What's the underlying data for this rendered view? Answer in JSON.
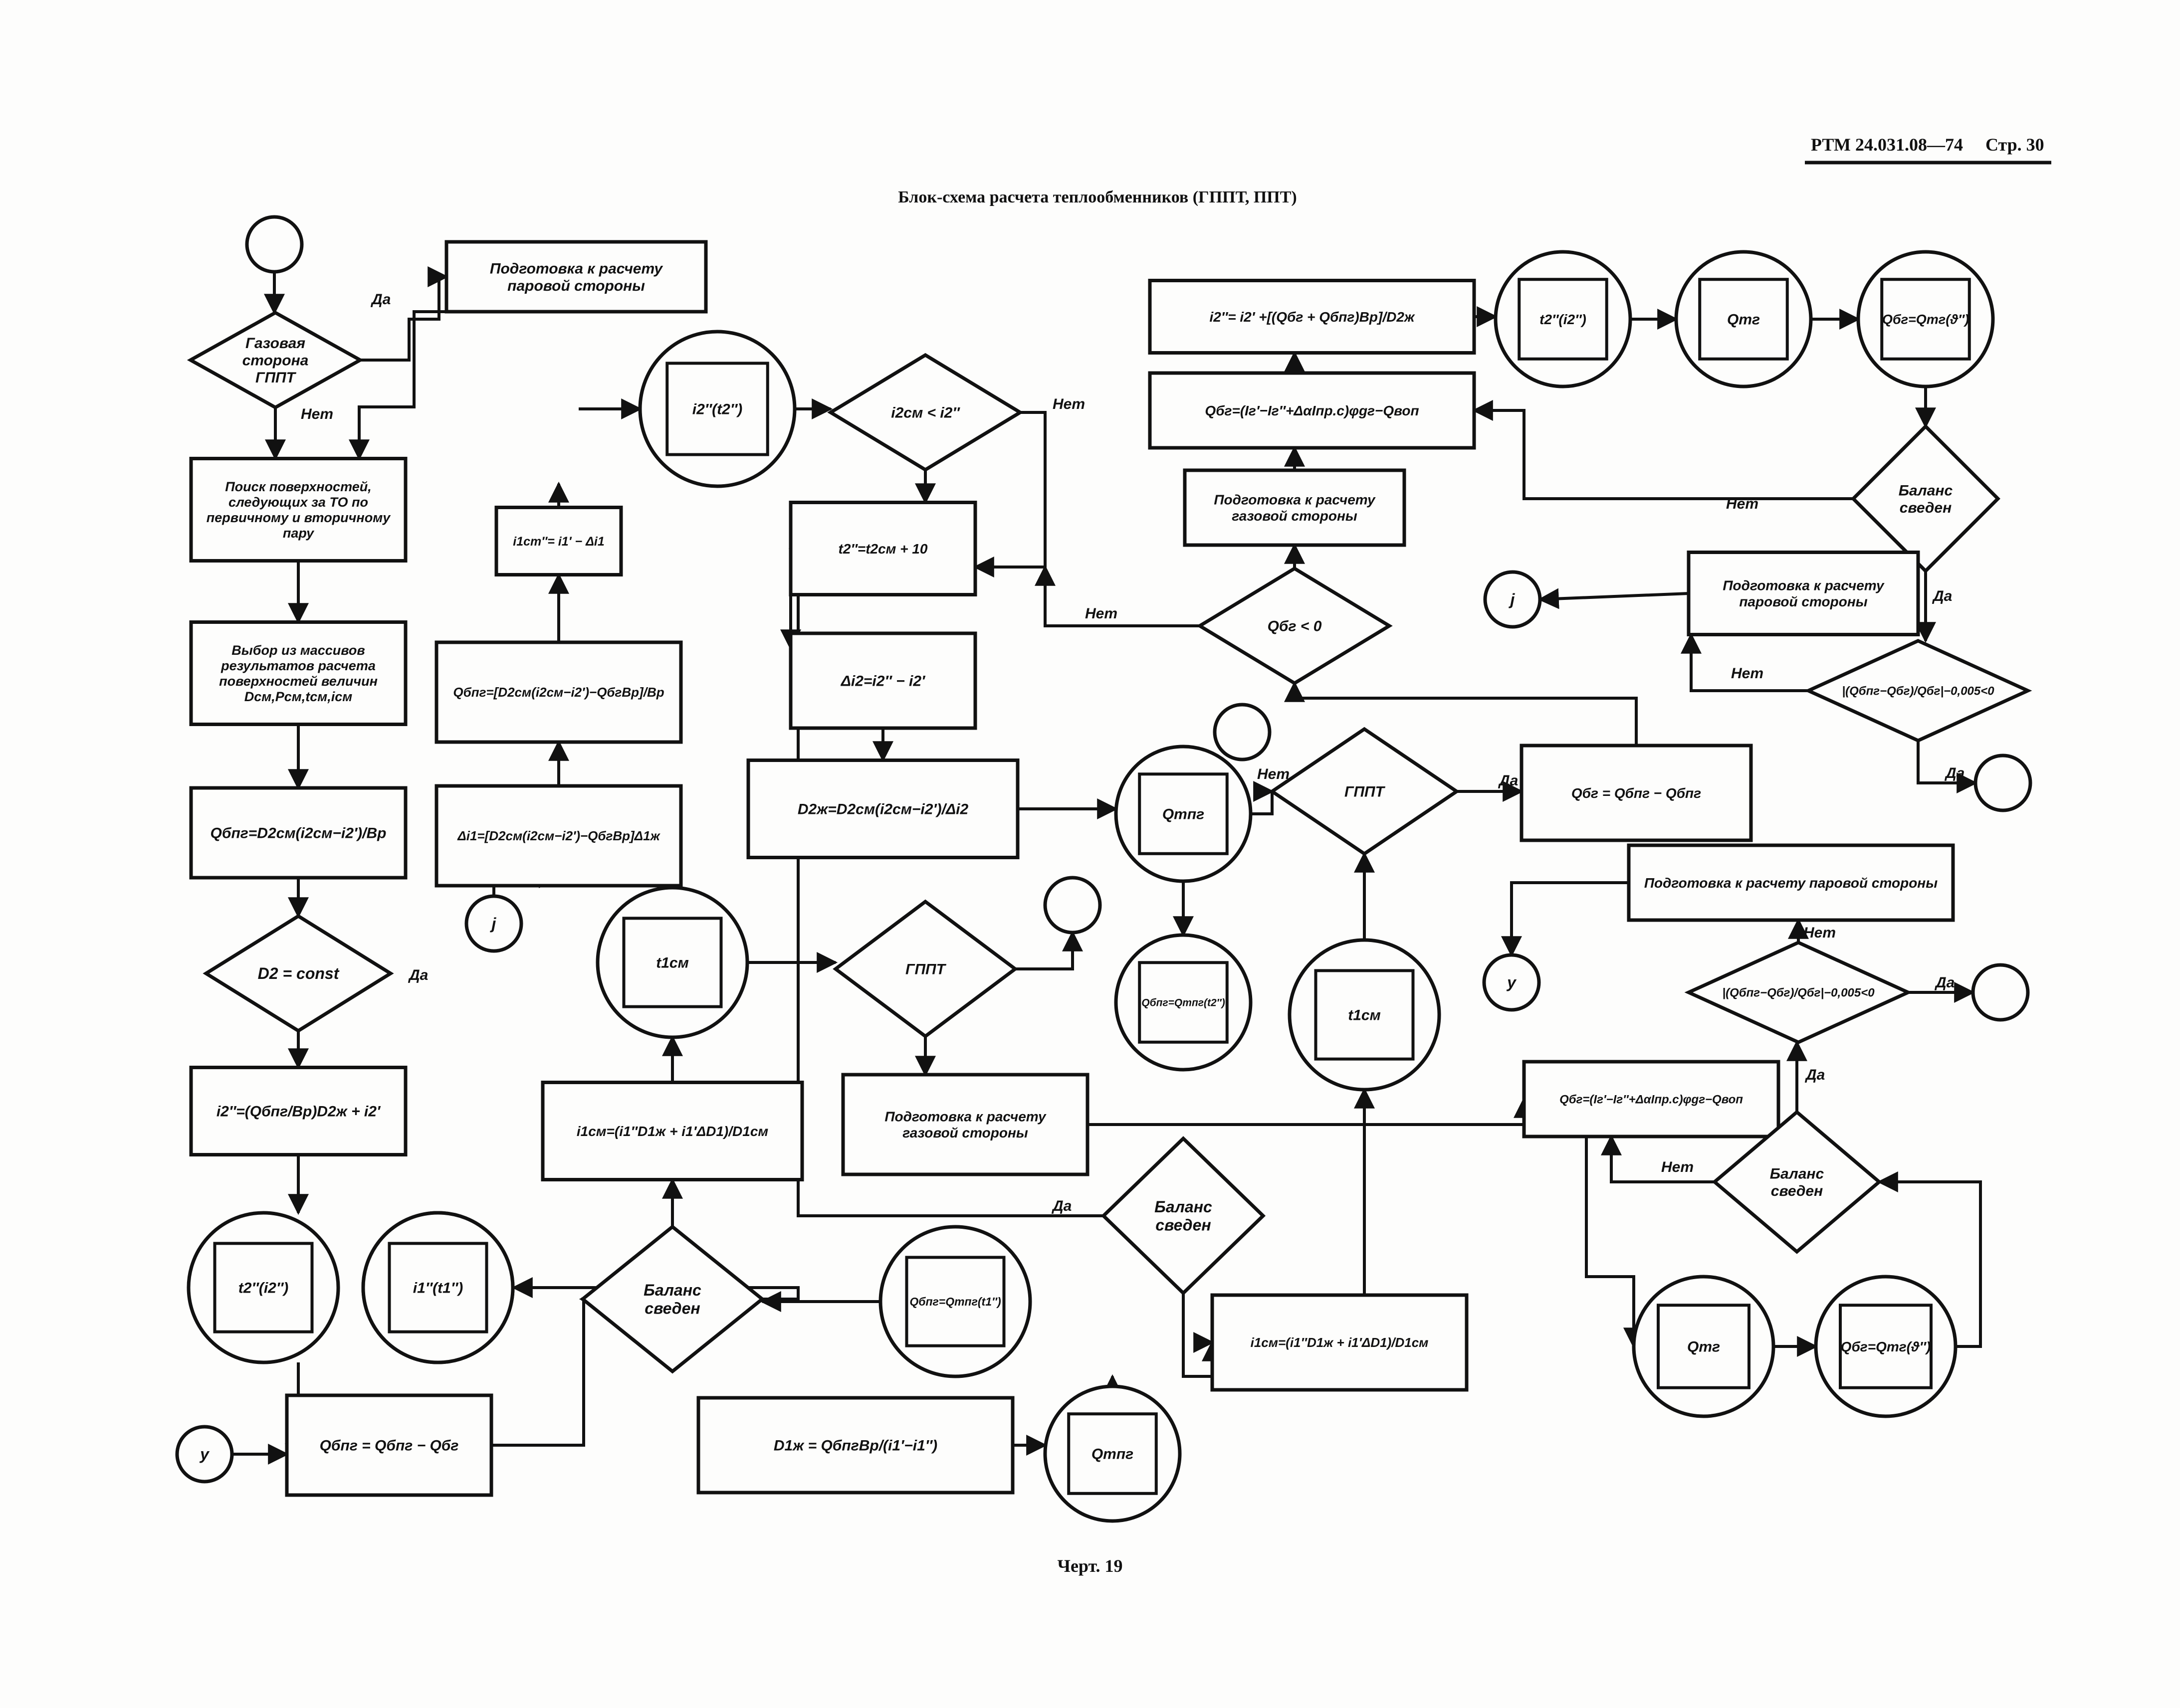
{
  "header": {
    "doc_code": "РТМ 24.031.08—74",
    "page_label": "Стр. 30",
    "title": "Блок-схема расчета теплообменников (ГППТ, ППТ)",
    "caption": "Черт. 19"
  },
  "diagram": {
    "nodes": [
      {
        "id": "start",
        "shape": "connector",
        "label": ""
      },
      {
        "id": "dec_gas_side",
        "shape": "decision",
        "label": "Газовая сторона ГППТ"
      },
      {
        "id": "prep_steam_1",
        "shape": "process",
        "label": "Подготовка к расчету паровой стороны"
      },
      {
        "id": "search_surfaces",
        "shape": "process",
        "label": "Поиск поверхностей, следующих за ТО по первичному и вторичному пару"
      },
      {
        "id": "select_arrays",
        "shape": "process",
        "label": "Выбор из массивов результатов расчета поверхностей величин Dсм,Pсм,tсм,iсм"
      },
      {
        "id": "q_calc_1",
        "shape": "process",
        "label": "Qбпг=D2см(i2см−i2′)/Вр"
      },
      {
        "id": "dec_d2",
        "shape": "decision",
        "label": "D2 = const"
      },
      {
        "id": "i2_calc",
        "shape": "process",
        "label": "i2″=(Qбпг/Вр)D2ж + i2′"
      },
      {
        "id": "sub_t2i2_a",
        "shape": "subroutine",
        "label": "t2″(i2″)"
      },
      {
        "id": "q_diff",
        "shape": "process",
        "label": "Qбпг = Qбпг − Qбг"
      },
      {
        "id": "conn_y_left",
        "shape": "connector",
        "label": "у"
      },
      {
        "id": "sub_t1i1",
        "shape": "subroutine",
        "label": "t1″(i1″)"
      },
      {
        "id": "i1_calc",
        "shape": "process",
        "label": "i1ст″= i1′ − Δi1"
      },
      {
        "id": "q_calc_2",
        "shape": "process",
        "label": "Qбпг=[D2см(i2см−i2′)−QбгВр]/Вр"
      },
      {
        "id": "di1_calc",
        "shape": "process",
        "label": "Δi1=[D2см(i2см−i2′)−QбгВр]Δ1ж"
      },
      {
        "id": "conn_j_left",
        "shape": "connector",
        "label": "j"
      },
      {
        "id": "sub_t1cm",
        "shape": "subroutine",
        "label": "t1см"
      },
      {
        "id": "i1cm_calc",
        "shape": "process",
        "label": "i1см=(i1″D1ж + i1′ΔD1)/D1см"
      },
      {
        "id": "dec_balance_1",
        "shape": "decision",
        "label": "Баланс сведен"
      },
      {
        "id": "sub_i1t1",
        "shape": "subroutine",
        "label": "i1″(t1″)"
      },
      {
        "id": "sub_qt1",
        "shape": "subroutine",
        "label": "Qбпг=Qтпг(t1″)"
      },
      {
        "id": "d1_calc",
        "shape": "process",
        "label": "D1ж = QбпгВр/(i1′−i1″)"
      },
      {
        "id": "sub_qt_bottom",
        "shape": "subroutine",
        "label": "Qтпг"
      },
      {
        "id": "sub_i2t2",
        "shape": "subroutine",
        "label": "i2″(t2″)"
      },
      {
        "id": "dec_i2",
        "shape": "decision",
        "label": "i2см < i2″"
      },
      {
        "id": "t2_calc",
        "shape": "process",
        "label": "t2″=t2см + 10"
      },
      {
        "id": "di2_calc",
        "shape": "process",
        "label": "Δi2=i2″ − i2′"
      },
      {
        "id": "d2_calc",
        "shape": "process",
        "label": "D2ж=D2см(i2см−i2′)/Δi2"
      },
      {
        "id": "dec_gppt_1",
        "shape": "decision",
        "label": "ГППТ"
      },
      {
        "id": "conn_gppt_1",
        "shape": "connector",
        "label": ""
      },
      {
        "id": "prep_gas_1",
        "shape": "process",
        "label": "Подготовка к расчету газовой стороны"
      },
      {
        "id": "dec_balance_2",
        "shape": "decision",
        "label": "Баланс сведен"
      },
      {
        "id": "i1cm_calc_2",
        "shape": "process",
        "label": "i1см=(i1″D1ж + i1′ΔD1)/D1см"
      },
      {
        "id": "sub_qt_mid",
        "shape": "subroutine",
        "label": "Qтпг"
      },
      {
        "id": "conn_mid",
        "shape": "connector",
        "label": ""
      },
      {
        "id": "sub_q_t2",
        "shape": "subroutine",
        "label": "Qбпг=Qтпг(t2″)"
      },
      {
        "id": "sub_t1cm_2",
        "shape": "subroutine",
        "label": "t1см"
      },
      {
        "id": "dec_gppt_2",
        "shape": "decision",
        "label": "ГППТ"
      },
      {
        "id": "q_diff_2",
        "shape": "process",
        "label": "Qбг = Qбпг − Qбпг"
      },
      {
        "id": "i2_calc_top",
        "shape": "process",
        "label": "i2″= i2′ +[(Qбг + Qбпг)Вр]/D2ж"
      },
      {
        "id": "qb_calc_top",
        "shape": "process",
        "label": "Qбг=(Iг′−Iг″+ΔαIпр.с)φgг−Qвоп"
      },
      {
        "id": "prep_gas_2",
        "shape": "process",
        "label": "Подготовка к расчету газовой стороны"
      },
      {
        "id": "dec_qb0",
        "shape": "decision",
        "label": "Qбг < 0"
      },
      {
        "id": "sub_t2i2_top",
        "shape": "subroutine",
        "label": "t2″(i2″)"
      },
      {
        "id": "sub_qtg_top",
        "shape": "subroutine",
        "label": "Qтг"
      },
      {
        "id": "sub_qb_theta_top",
        "shape": "subroutine",
        "label": "Qбг=Qтг(ϑ″)"
      },
      {
        "id": "dec_balance_top",
        "shape": "decision",
        "label": "Баланс сведен"
      },
      {
        "id": "prep_steam_2",
        "shape": "process",
        "label": "Подготовка к расчету паровой стороны"
      },
      {
        "id": "conn_j_right",
        "shape": "connector",
        "label": "j"
      },
      {
        "id": "dec_tol_1",
        "shape": "decision",
        "label": "|(Qбпг−Qбг)/Qбг|−0,005<0"
      },
      {
        "id": "conn_tol_1",
        "shape": "connector",
        "label": ""
      },
      {
        "id": "prep_steam_3",
        "shape": "process",
        "label": "Подготовка к расчету паровой стороны"
      },
      {
        "id": "conn_y_right",
        "shape": "connector",
        "label": "у"
      },
      {
        "id": "dec_tol_2",
        "shape": "decision",
        "label": "|(Qбпг−Qбг)/Qбг|−0,005<0"
      },
      {
        "id": "conn_tol_2",
        "shape": "connector",
        "label": ""
      },
      {
        "id": "qb_calc_bottom",
        "shape": "process",
        "label": "Qбг=(Iг′−Iг″+ΔαIпр.с)φgг−Qвоп"
      },
      {
        "id": "dec_balance_bottom",
        "shape": "decision",
        "label": "Баланс сведен"
      },
      {
        "id": "sub_qtg_bottom",
        "shape": "subroutine",
        "label": "Qтг"
      },
      {
        "id": "sub_qb_theta_bottom",
        "shape": "subroutine",
        "label": "Qбг=Qтг(ϑ″)"
      }
    ],
    "edges": [
      {
        "from": "start",
        "to": "dec_gas_side",
        "label": ""
      },
      {
        "from": "dec_gas_side",
        "to": "prep_steam_1",
        "label": "Да"
      },
      {
        "from": "dec_gas_side",
        "to": "search_surfaces",
        "label": "Нет"
      },
      {
        "from": "prep_steam_1",
        "to": "search_surfaces",
        "label": ""
      },
      {
        "from": "search_surfaces",
        "to": "select_arrays",
        "label": ""
      },
      {
        "from": "select_arrays",
        "to": "q_calc_1",
        "label": ""
      },
      {
        "from": "q_calc_1",
        "to": "dec_d2",
        "label": ""
      },
      {
        "from": "dec_d2",
        "to": "i2_calc",
        "label": "Да"
      },
      {
        "from": "dec_d2",
        "to": "di1_calc",
        "label": "Нет"
      },
      {
        "from": "i2_calc",
        "to": "sub_t2i2_a",
        "label": ""
      },
      {
        "from": "sub_t2i2_a",
        "to": "q_diff",
        "label": ""
      },
      {
        "from": "conn_y_left",
        "to": "q_diff",
        "label": ""
      },
      {
        "from": "q_diff",
        "to": "sub_i1t1",
        "label": ""
      },
      {
        "from": "conn_j_left",
        "to": "di1_calc",
        "label": ""
      },
      {
        "from": "di1_calc",
        "to": "q_calc_2",
        "label": ""
      },
      {
        "from": "q_calc_2",
        "to": "i1_calc",
        "label": ""
      },
      {
        "from": "i1_calc",
        "to": "sub_t1i1",
        "label": ""
      },
      {
        "from": "sub_t1i1",
        "to": "sub_i2t2",
        "label": ""
      },
      {
        "from": "sub_i2t2",
        "to": "dec_i2",
        "label": ""
      },
      {
        "from": "dec_i2",
        "to": "t2_calc",
        "label": "Нет"
      },
      {
        "from": "dec_i2",
        "to": "di2_calc",
        "label": "Да"
      },
      {
        "from": "t2_calc",
        "to": "sub_i2t2",
        "label": ""
      },
      {
        "from": "di2_calc",
        "to": "d2_calc",
        "label": ""
      },
      {
        "from": "d2_calc",
        "to": "sub_qt_mid",
        "label": ""
      },
      {
        "from": "dec_balance_1",
        "to": "i1cm_calc",
        "label": "Да"
      },
      {
        "from": "dec_balance_1",
        "to": "sub_i1t1",
        "label": "Нет"
      },
      {
        "from": "i1cm_calc",
        "to": "sub_t1cm",
        "label": ""
      },
      {
        "from": "sub_t1cm",
        "to": "dec_gppt_1",
        "label": ""
      },
      {
        "from": "dec_gppt_1",
        "to": "conn_gppt_1",
        "label": "Нет"
      },
      {
        "from": "dec_gppt_1",
        "to": "prep_gas_1",
        "label": "Да"
      },
      {
        "from": "prep_gas_1",
        "to": "qb_calc_bottom",
        "label": ""
      },
      {
        "from": "sub_qt1",
        "to": "dec_balance_1",
        "label": ""
      },
      {
        "from": "d1_calc",
        "to": "sub_qt_bottom",
        "label": ""
      },
      {
        "from": "sub_qt_bottom",
        "to": "sub_qt1",
        "label": ""
      },
      {
        "from": "dec_balance_2",
        "to": "i1cm_calc_2",
        "label": "Да"
      },
      {
        "from": "dec_balance_2",
        "to": "sub_i2t2",
        "label": "Нет"
      },
      {
        "from": "i1cm_calc_2",
        "to": "sub_t1cm_2",
        "label": ""
      },
      {
        "from": "sub_t1cm_2",
        "to": "dec_gppt_2",
        "label": ""
      },
      {
        "from": "sub_qt_mid",
        "to": "sub_q_t2",
        "label": ""
      },
      {
        "from": "sub_qt_mid",
        "to": "dec_gppt_2",
        "label": "Нет"
      },
      {
        "from": "dec_gppt_2",
        "to": "q_diff_2",
        "label": "Да"
      },
      {
        "from": "q_diff_2",
        "to": "dec_qb0",
        "label": ""
      },
      {
        "from": "dec_qb0",
        "to": "prep_gas_2",
        "label": "Нет"
      },
      {
        "from": "dec_qb0",
        "to": "t2_calc",
        "label": "Да"
      },
      {
        "from": "prep_gas_2",
        "to": "qb_calc_top",
        "label": ""
      },
      {
        "from": "qb_calc_top",
        "to": "i2_calc_top",
        "label": ""
      },
      {
        "from": "i2_calc_top",
        "to": "sub_t2i2_top",
        "label": ""
      },
      {
        "from": "sub_t2i2_top",
        "to": "sub_qtg_top",
        "label": ""
      },
      {
        "from": "sub_qtg_top",
        "to": "sub_qb_theta_top",
        "label": ""
      },
      {
        "from": "sub_qb_theta_top",
        "to": "dec_balance_top",
        "label": ""
      },
      {
        "from": "dec_balance_top",
        "to": "qb_calc_top",
        "label": "Нет"
      },
      {
        "from": "dec_balance_top",
        "to": "dec_tol_1",
        "label": "Да"
      },
      {
        "from": "dec_tol_1",
        "to": "conn_tol_1",
        "label": "Да"
      },
      {
        "from": "dec_tol_1",
        "to": "prep_steam_2",
        "label": "Нет"
      },
      {
        "from": "prep_steam_2",
        "to": "conn_j_right",
        "label": ""
      },
      {
        "from": "dec_tol_2",
        "to": "conn_tol_2",
        "label": "Да"
      },
      {
        "from": "dec_tol_2",
        "to": "prep_steam_3",
        "label": "Нет"
      },
      {
        "from": "prep_steam_3",
        "to": "conn_y_right",
        "label": ""
      },
      {
        "from": "dec_balance_bottom",
        "to": "dec_tol_2",
        "label": "Да"
      },
      {
        "from": "dec_balance_bottom",
        "to": "qb_calc_bottom",
        "label": "Нет"
      },
      {
        "from": "qb_calc_bottom",
        "to": "sub_qtg_bottom",
        "label": ""
      },
      {
        "from": "sub_qtg_bottom",
        "to": "sub_qb_theta_bottom",
        "label": ""
      },
      {
        "from": "sub_qb_theta_bottom",
        "to": "dec_balance_bottom",
        "label": ""
      }
    ]
  }
}
